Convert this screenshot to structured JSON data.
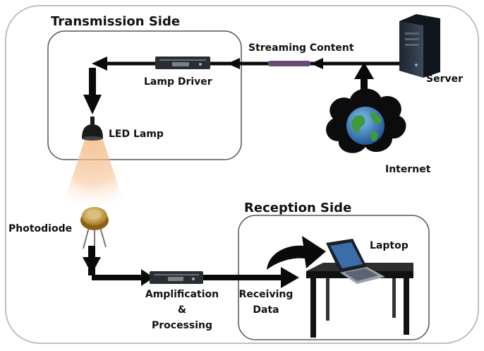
{
  "sections": {
    "transmission_title": "Transmission Side",
    "reception_title": "Reception Side"
  },
  "labels": {
    "streaming_content": "Streaming Content",
    "server": "Server",
    "lamp_driver": "Lamp Driver",
    "led_lamp": "LED Lamp",
    "internet": "Internet",
    "photodiode": "Photodiode",
    "amplification_line1": "Amplification",
    "amplification_line2": "&",
    "amplification_line3": "Processing",
    "receiving_line1": "Receiving",
    "receiving_line2": "Data",
    "laptop": "Laptop"
  },
  "icons": {
    "server": "server-tower-icon",
    "globe": "globe-icon",
    "cloud": "cloud-icon",
    "lamp": "led-lamp-icon",
    "photodiode": "photodiode-icon",
    "laptop": "laptop-icon",
    "table": "table-icon"
  },
  "colors": {
    "arrow": "#0a0a0a",
    "cable": "#6b4a7a",
    "light_glow": "#f3b27a",
    "globe_sea": "#2a6fb8",
    "globe_land": "#3f9a3a"
  }
}
